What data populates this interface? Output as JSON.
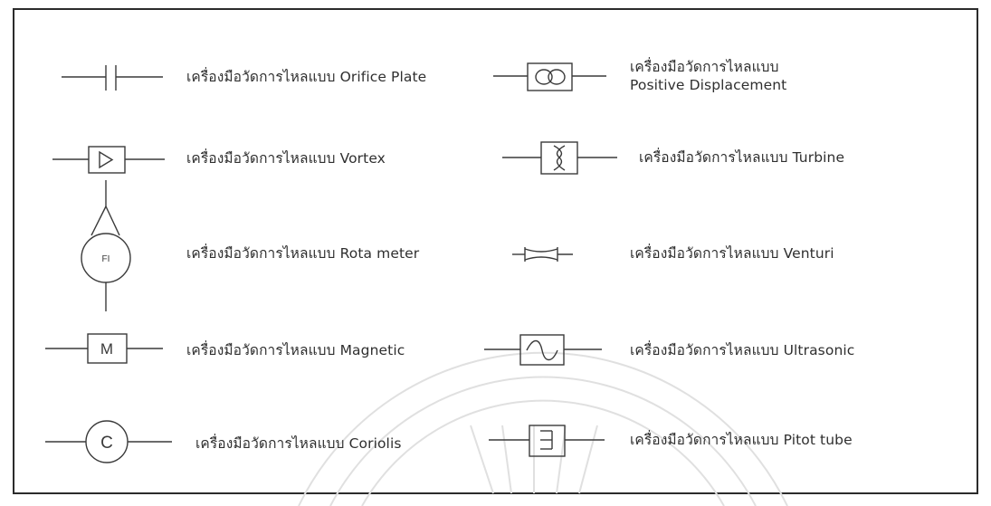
{
  "symbols": [
    {
      "name": "orifice-plate",
      "label": "เครื่องมือวัดการไหลแบบ Orifice Plate"
    },
    {
      "name": "vortex",
      "label": "เครื่องมือวัดการไหลแบบ Vortex"
    },
    {
      "name": "rota-meter",
      "label": "เครื่องมือวัดการไหลแบบ Rota meter",
      "glyph": "FI"
    },
    {
      "name": "magnetic",
      "label": "เครื่องมือวัดการไหลแบบ Magnetic",
      "glyph": "M"
    },
    {
      "name": "coriolis",
      "label": "เครื่องมือวัดการไหลแบบ Coriolis",
      "glyph": "C"
    },
    {
      "name": "positive-displacement",
      "label_line1": "เครื่องมือวัดการไหลแบบ",
      "label_line2": "Positive Displacement"
    },
    {
      "name": "turbine",
      "label": "เครื่องมือวัดการไหลแบบ Turbine"
    },
    {
      "name": "venturi",
      "label": "เครื่องมือวัดการไหลแบบ Venturi"
    },
    {
      "name": "ultrasonic",
      "label": "เครื่องมือวัดการไหลแบบ Ultrasonic"
    },
    {
      "name": "pitot-tube",
      "label": "เครื่องมือวัดการไหลแบบ Pitot tube"
    }
  ],
  "colors": {
    "line": "#3a3a3a",
    "text": "#2f2f2f",
    "watermark": "#e3e3e3"
  }
}
